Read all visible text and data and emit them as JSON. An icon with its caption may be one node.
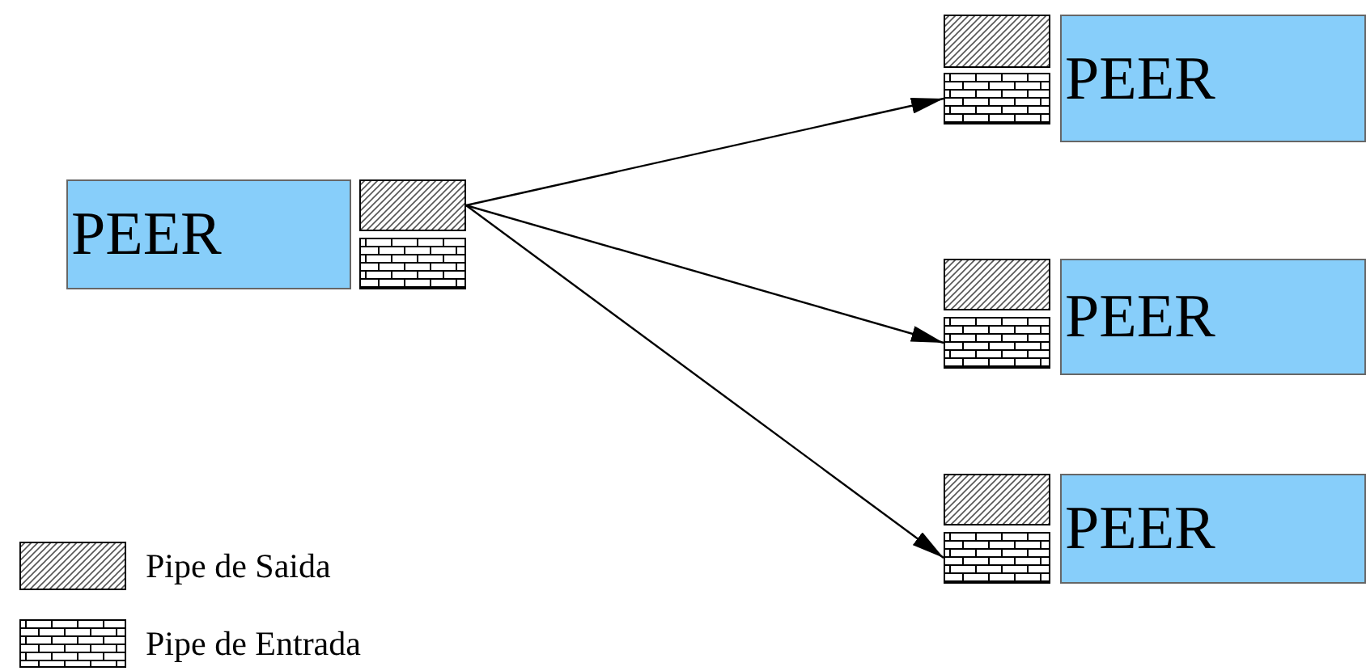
{
  "diagram": {
    "nodes": [
      {
        "text": [
          "PEER"
        ]
      },
      {
        "text": [],
        "shape": "box"
      },
      {
        "text": [],
        "shape": "box"
      },
      {
        "text": [],
        "shape": "box"
      },
      {
        "text": [],
        "shape": "box"
      },
      {
        "text": [
          "PEER"
        ]
      },
      {
        "text": [],
        "shape": "box"
      },
      {
        "text": [],
        "shape": "box"
      },
      {
        "text": [
          "PEER"
        ]
      },
      {
        "text": [],
        "shape": "box"
      },
      {
        "text": [],
        "shape": "box"
      },
      {
        "text": [
          "PEER"
        ]
      }
    ],
    "edges": [
      {
        "from": 1,
        "to": 4,
        "arrow": "to"
      },
      {
        "from": 1,
        "to": 7,
        "arrow": "to"
      },
      {
        "from": 1,
        "to": 10,
        "arrow": "to"
      }
    ],
    "legend": [
      {
        "text": "Pipe de Saida"
      },
      {
        "text": "Pipe de Entrada"
      }
    ]
  }
}
